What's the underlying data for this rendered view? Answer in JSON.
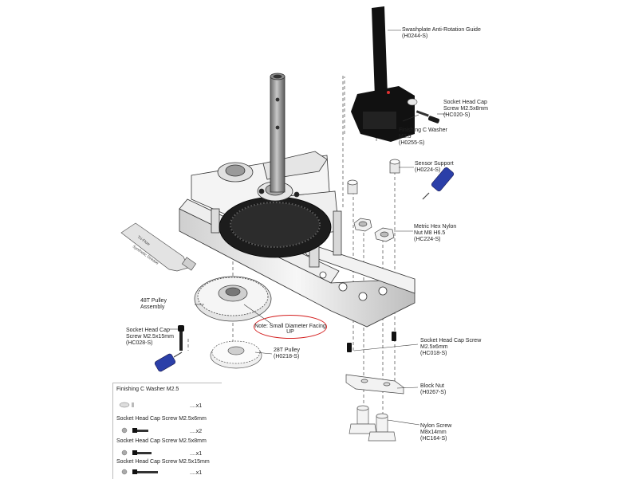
{
  "labels": {
    "guide": {
      "name": "Swashplate Anti-Rotation Guide",
      "code": "(H0244-S)"
    },
    "screw_8mm_top": {
      "line1": "Socket Head Cap",
      "line2": "Screw M2.5x8mm",
      "code": "(HC020-S)"
    },
    "washer": {
      "line1": "Finishing C Washer",
      "line2": "M2.5",
      "code": "(H0255-S)"
    },
    "sensor": {
      "name": "Sensor Support",
      "code": "(H0224-S)"
    },
    "hex_nut": {
      "line1": "Metric Hex Nylon",
      "line2": "Nut M8 H6.5",
      "code": "(HC224-S)"
    },
    "pulley48": {
      "line1": "48T Pulley",
      "line2": "Assembly"
    },
    "note": "Note: Small Diameter Facing UP",
    "screw_15mm": {
      "line1": "Socket Head Cap",
      "line2": "Screw M2.5x15mm",
      "code": "(HC028-S)"
    },
    "pulley28": {
      "name": "28T Pulley",
      "code": "(H0218-S)"
    },
    "screw_6mm": {
      "line1": "Socket Head Cap Screw",
      "line2": "M2.5x6mm",
      "code": "(HC018-S)"
    },
    "block_nut": {
      "name": "Block Nut",
      "code": "(H0267-S)"
    },
    "nylon_screw": {
      "line1": "Nylon Screw",
      "line2": "M8x14mm",
      "code": "(HC164-S)"
    },
    "grease_tube": {
      "line1": "Tri-Flow",
      "line2": "Synthetic Grease"
    }
  },
  "legend": [
    {
      "label": "Finishing C Washer M2.5",
      "qty": "....x1"
    },
    {
      "label": "Socket Head Cap Screw M2.5x6mm",
      "qty": "....x2"
    },
    {
      "label": "Socket Head Cap Screw M2.5x8mm",
      "qty": "....x1"
    },
    {
      "label": "Socket Head Cap Screw M2.5x15mm",
      "qty": "....x1"
    }
  ],
  "colors": {
    "note_outline": "#d42020",
    "guide": "#111111",
    "threadlock": "#2b3fa8"
  }
}
